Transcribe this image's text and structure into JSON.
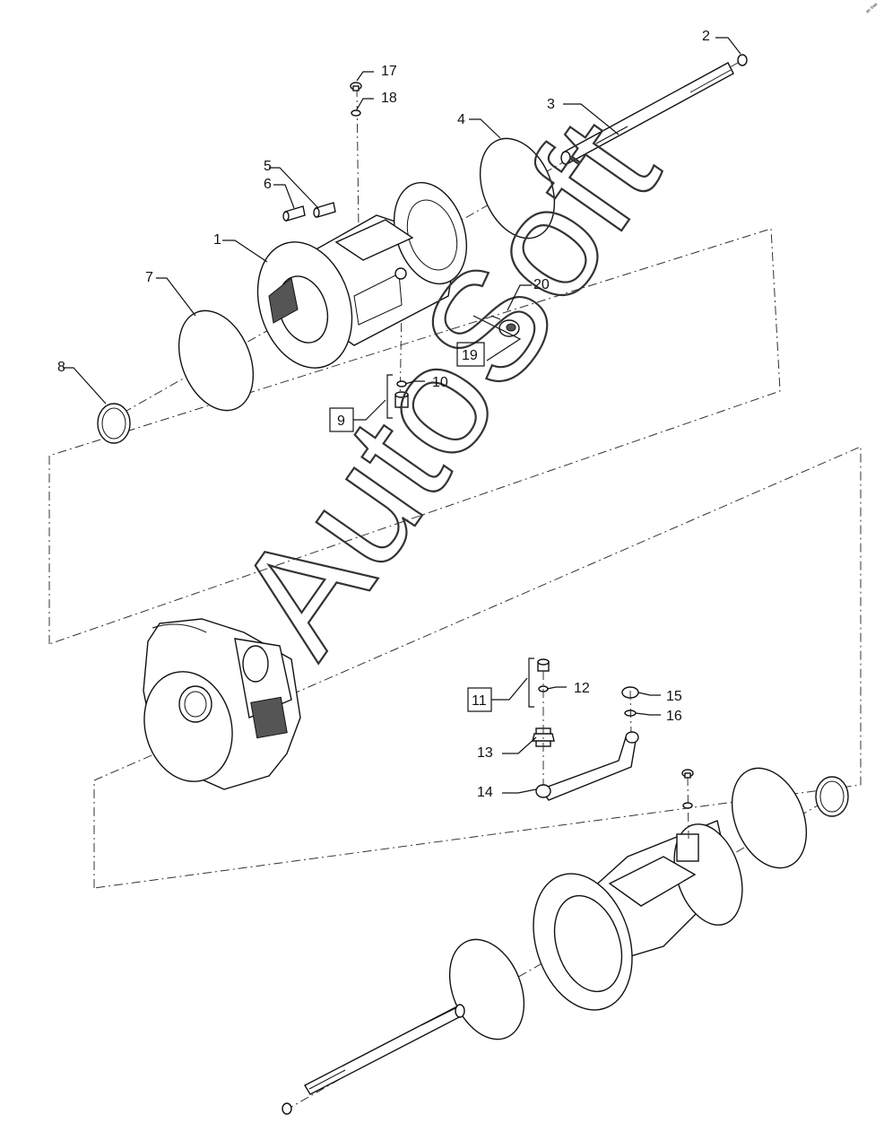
{
  "watermark": "AutoSoft",
  "corner_mark": "ᵃᵒ ᵇᵃᵃ",
  "callouts": [
    {
      "id": "c1",
      "text": "1"
    },
    {
      "id": "c2",
      "text": "2"
    },
    {
      "id": "c3",
      "text": "3"
    },
    {
      "id": "c4",
      "text": "4"
    },
    {
      "id": "c5",
      "text": "5"
    },
    {
      "id": "c6",
      "text": "6"
    },
    {
      "id": "c7",
      "text": "7"
    },
    {
      "id": "c8",
      "text": "8"
    },
    {
      "id": "c9",
      "text": "9",
      "boxed": true
    },
    {
      "id": "c10",
      "text": "10"
    },
    {
      "id": "c11",
      "text": "11",
      "boxed": true
    },
    {
      "id": "c12",
      "text": "12"
    },
    {
      "id": "c13",
      "text": "13"
    },
    {
      "id": "c14",
      "text": "14"
    },
    {
      "id": "c15",
      "text": "15"
    },
    {
      "id": "c16",
      "text": "16"
    },
    {
      "id": "c17",
      "text": "17"
    },
    {
      "id": "c18",
      "text": "18"
    },
    {
      "id": "c19",
      "text": "19",
      "boxed": true
    },
    {
      "id": "c20",
      "text": "20"
    }
  ]
}
